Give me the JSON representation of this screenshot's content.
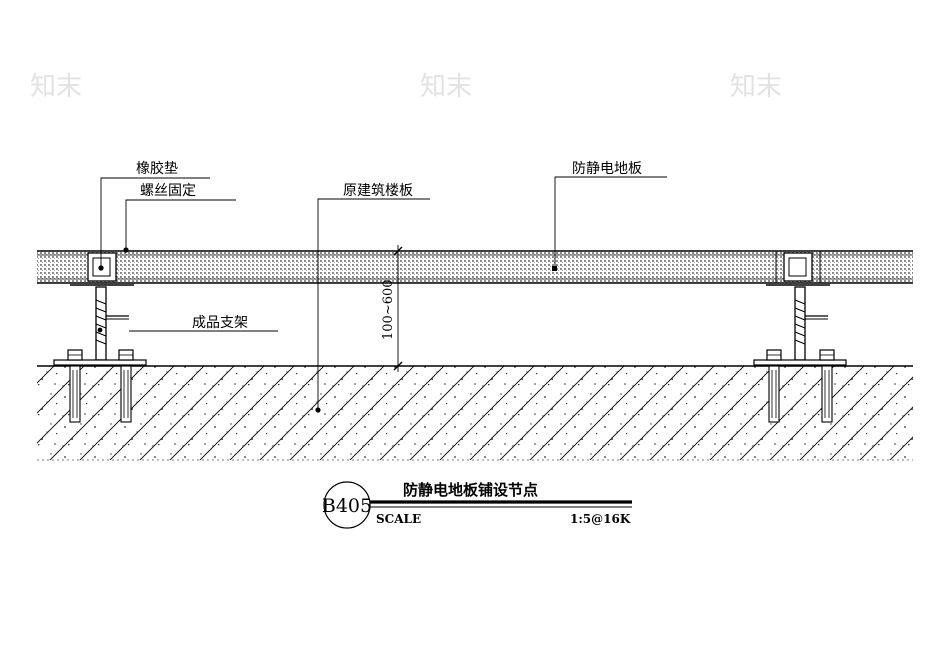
{
  "watermark": {
    "text": "知末"
  },
  "labels": {
    "rubber_pad": "橡胶垫",
    "screw_fix": "螺丝固定",
    "original_slab": "原建筑楼板",
    "antistatic_floor": "防静电地板",
    "finished_support": "成品支架",
    "height_dim": "100~600"
  },
  "title_block": {
    "code": "B405",
    "title": "防静电地板铺设节点",
    "scale_label": "SCALE",
    "scale_value": "1:5@16K"
  }
}
